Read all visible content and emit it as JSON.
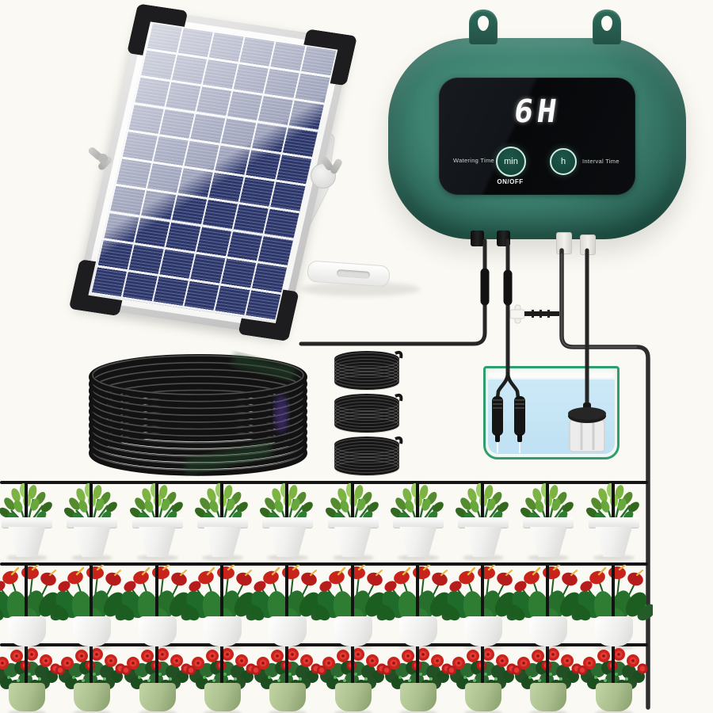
{
  "controller": {
    "display_value": "6H",
    "watering_time_label": "Watering Time",
    "min_button_label": "min",
    "on_off_label": "ON/OFF",
    "hour_button_label": "h",
    "interval_time_label": "Interval Time"
  },
  "garden": {
    "rows": [
      {
        "plant": "jade",
        "pot_color_name": "white",
        "pot_count": 10
      },
      {
        "plant": "anthurium",
        "pot_color_name": "white",
        "pot_count": 10
      },
      {
        "plant": "rose",
        "pot_color_name": "green",
        "pot_count": 10
      }
    ]
  },
  "scene": {
    "big_coil_rings": 12,
    "small_coil_count": 3,
    "small_coil_rings": 8,
    "water_probe_count": 2
  },
  "palette": {
    "background": "#fbf9f3",
    "controller_green": "#3d8170",
    "controller_green_dark": "#1c4c40",
    "tab_green": "#2c6a59",
    "display_black": "#0b0d10",
    "button_ring": "#cfeee2",
    "button_fill": "#17463b",
    "label_text": "#c9d5cf",
    "digit_white": "#fafafa",
    "tube_black": "#2b2b2b",
    "tank_border": "#2f9e6e",
    "water_blue": "#cde9f7",
    "panel_cell_blue": "#2d3769",
    "panel_frame_silver": "#d8d8d8",
    "pot_white": "#f1f1ef",
    "pot_green": "#a9bd8d",
    "flower_red": "#c8241c",
    "leaf_green": "#2f7d33",
    "leaf_dark": "#1e5c28"
  }
}
